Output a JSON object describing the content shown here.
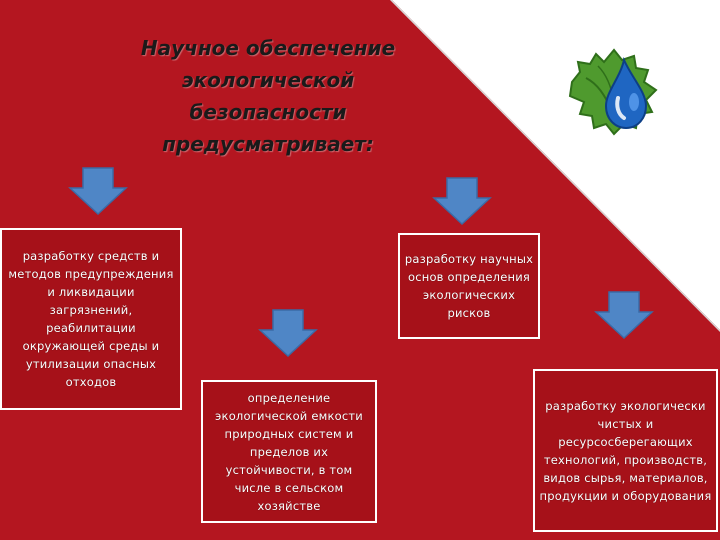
{
  "title": "Научное обеспечение экологической безопасности предусматривает:",
  "colors": {
    "background_red": "#b41620",
    "box_fill": "#a61119",
    "box_border": "#ffffff",
    "arrow_fill": "#4f86c6",
    "title_text": "#1a1a1a"
  },
  "icons": [
    "leaf-water-drop-icon",
    "down-arrow-icon"
  ],
  "items": [
    {
      "text": "разработку средств и методов предупреждения и ликвидации загрязнений, реабилитации окружающей среды и утилизации опасных отходов"
    },
    {
      "text": "определение экологической емкости природных систем и пределов их устойчивости, в том числе в сельском хозяйстве"
    },
    {
      "text": "разработку научных основ определения экологических рисков"
    },
    {
      "text": "разработку экологически чистых и ресурсосберегающих технологий, производств, видов сырья, материалов, продукции и оборудования"
    }
  ]
}
